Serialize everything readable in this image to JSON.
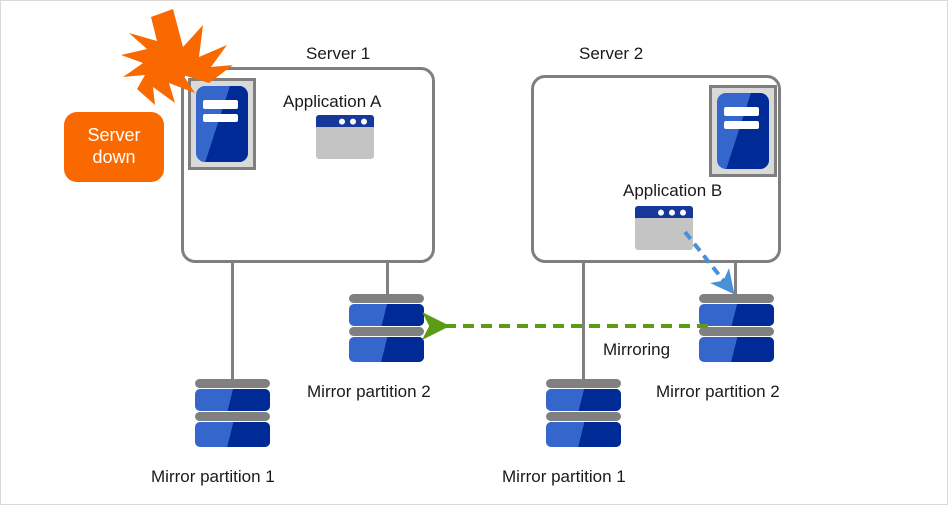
{
  "diagram": {
    "title": "Mirror partition failover diagram",
    "colors": {
      "server_blue": "#3566cc",
      "server_dark_blue": "#002b96",
      "app_titlebar": "#17389b",
      "app_body": "#c4c4c4",
      "box_border": "#7f7f7f",
      "icon_frame": "#d9d9d9",
      "disk_cap": "#808080",
      "alert_orange": "#f96900",
      "mirroring_arrow": "#5a9c16",
      "write_arrow": "#4a90d9",
      "text": "#1a1a1a",
      "page_border": "#d9d9d9"
    },
    "alert": {
      "badge_line1": "Server",
      "badge_line2": "down",
      "burst_icon": "explosion-burst-icon"
    },
    "servers": [
      {
        "id": "server-1",
        "label": "Server 1",
        "server_icon": "server-tower-icon",
        "application": {
          "label": "Application  A",
          "icon": "application-window-icon"
        },
        "disks": [
          {
            "label": "Mirror partition 1",
            "icon": "disk-stack-icon"
          },
          {
            "label": "Mirror partition 2",
            "icon": "disk-stack-icon"
          }
        ]
      },
      {
        "id": "server-2",
        "label": "Server 2",
        "server_icon": "server-tower-icon",
        "application": {
          "label": "Application  B",
          "icon": "application-window-icon"
        },
        "disks": [
          {
            "label": "Mirror partition 1",
            "icon": "disk-stack-icon"
          },
          {
            "label": "Mirror partition 2",
            "icon": "disk-stack-icon"
          }
        ]
      }
    ],
    "connections": [
      {
        "id": "mirroring",
        "label": "Mirroring",
        "style": "dashed",
        "color": "#5a9c16",
        "direction": "right-to-left",
        "from": "server-2-mirror-partition-2",
        "to": "server-1-mirror-partition-2"
      },
      {
        "id": "application-b-write",
        "label": "",
        "style": "dashed",
        "color": "#4a90d9",
        "direction": "down-right",
        "from": "application-b",
        "to": "server-2-mirror-partition-2"
      }
    ]
  }
}
